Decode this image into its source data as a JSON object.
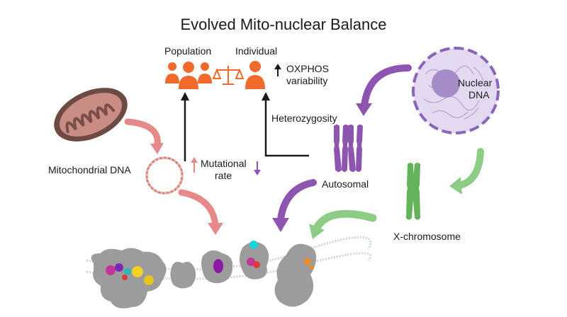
{
  "title": "Evolved Mito-nuclear Balance",
  "labels": {
    "population": "Population",
    "individual": "Individual",
    "oxphos_line1": "OXPHOS",
    "oxphos_line2": "variability",
    "heterozygosity": "Heterozygosity",
    "mutational_line1": "Mutational",
    "mutational_line2": "rate",
    "mitochondrial_dna": "Mitochondrial DNA",
    "autosomal": "Autosomal",
    "nuclear_line1": "Nuclear",
    "nuclear_line2": "DNA",
    "x_chromosome": "X-chromosome"
  },
  "colors": {
    "people_orange": "#ef6a2c",
    "mito_pink": "#e58989",
    "autosome_purple": "#8e55b0",
    "x_green": "#62b35a",
    "nucleus_fill": "#e3d9f1",
    "nucleus_border": "#8a64b8",
    "complex_gray": "#9c9c9c",
    "membrane_blue": "#c8d3e3",
    "black": "#1a1a1a"
  }
}
